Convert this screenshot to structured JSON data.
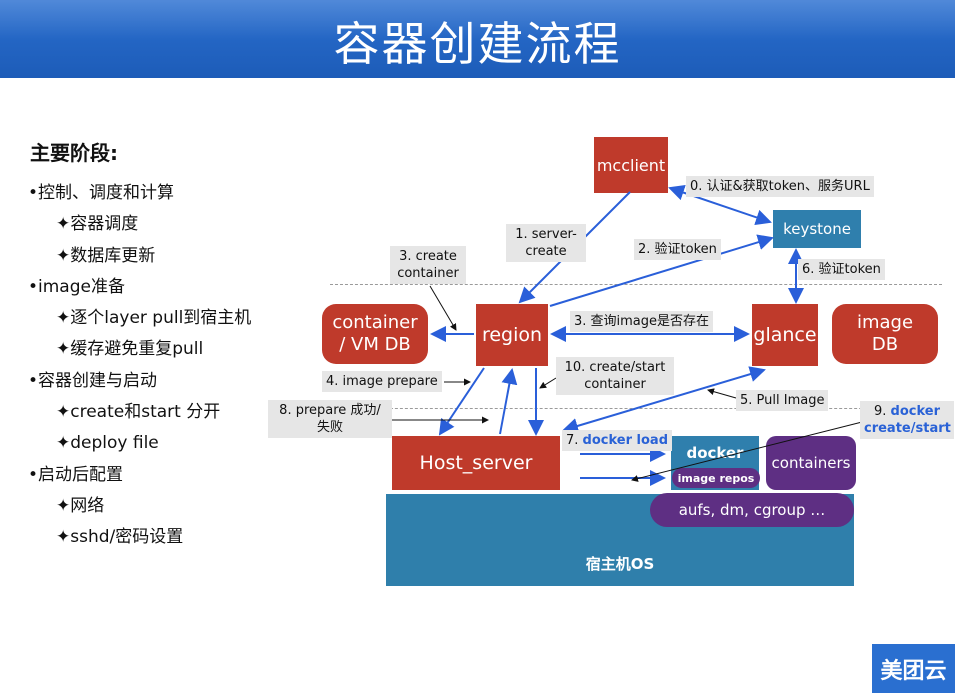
{
  "header": {
    "title": "容器创建流程"
  },
  "sidebar": {
    "title": "主要阶段:",
    "items": [
      {
        "text": "•控制、调度和计算",
        "level": 1
      },
      {
        "text": "✦容器调度",
        "level": 2
      },
      {
        "text": "✦数据库更新",
        "level": 2
      },
      {
        "text": "•image准备",
        "level": 1
      },
      {
        "text": "✦逐个layer pull到宿主机",
        "level": 2
      },
      {
        "text": "✦缓存避免重复pull",
        "level": 2
      },
      {
        "text": "•容器创建与启动",
        "level": 1
      },
      {
        "text": "✦create和start 分开",
        "level": 2
      },
      {
        "text": "✦deploy file",
        "level": 2
      },
      {
        "text": "•启动后配置",
        "level": 1
      },
      {
        "text": "✦网络",
        "level": 2
      },
      {
        "text": "✦sshd/密码设置",
        "level": 2
      }
    ]
  },
  "diagram": {
    "nodes": {
      "mcclient": "mcclient",
      "keystone": "keystone",
      "region": "region",
      "glance": "glance",
      "container_db_line1": "container",
      "container_db_line2": "/ VM DB",
      "image_db_line1": "image",
      "image_db_line2": "DB",
      "host_server": "Host_server",
      "docker": "docker",
      "image_repos": "image repos",
      "containers": "containers",
      "aufs": "aufs, dm, cgroup …",
      "host_os": "宿主机OS"
    },
    "steps": {
      "s0": "0. 认证&获取token、服务URL",
      "s1_line1": "1. server-",
      "s1_line2": "create",
      "s2": "2. 验证token",
      "s3create_line1": "3. create",
      "s3create_line2": "container",
      "s3query": "3. 查询image是否存在",
      "s4": "4. image prepare",
      "s5": "5. Pull Image",
      "s6": "6. 验证token",
      "s7_prefix": "7. ",
      "s7_bold": "docker load",
      "s8_line1": "8. prepare 成功/",
      "s8_line2": "失败",
      "s9_prefix": "9. ",
      "s9_bold1": "docker",
      "s9_bold2": "create/start",
      "s10_line1": "10.   create/start",
      "s10_line2": "container"
    },
    "colors": {
      "node_red": "#bf3a2b",
      "node_teal": "#2f7fad",
      "node_purple": "#5e2f83",
      "os_blue": "#2f7fab",
      "arrow_blue": "#2a5fd9",
      "header_blue": "#1d5cb8"
    }
  },
  "logo": {
    "text": "美团云"
  }
}
